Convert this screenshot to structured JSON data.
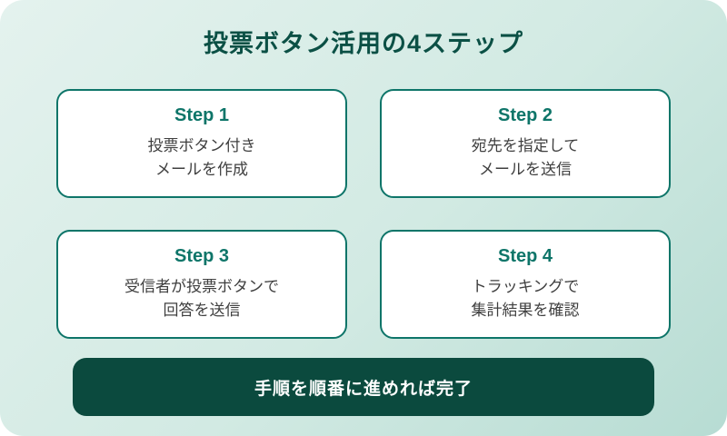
{
  "page": {
    "title": "投票ボタン活用の4ステップ"
  },
  "steps": [
    {
      "label": "Step 1",
      "line1": "投票ボタン付き",
      "line2": "メールを作成"
    },
    {
      "label": "Step 2",
      "line1": "宛先を指定して",
      "line2": "メールを送信"
    },
    {
      "label": "Step 3",
      "line1": "受信者が投票ボタンで",
      "line2": "回答を送信"
    },
    {
      "label": "Step 4",
      "line1": "トラッキングで",
      "line2": "集計結果を確認"
    }
  ],
  "footer": {
    "label": "手順を順番に進めれば完了"
  },
  "colors": {
    "accent": "#0e7569",
    "title": "#0b5045",
    "banner_bg": "#0b4a3e",
    "banner_text": "#ffffff",
    "body_text": "#3f3f3f",
    "card_bg": "#ffffff",
    "bg_gradient_start": "#e4f2ee",
    "bg_gradient_end": "#b7dcd3"
  }
}
